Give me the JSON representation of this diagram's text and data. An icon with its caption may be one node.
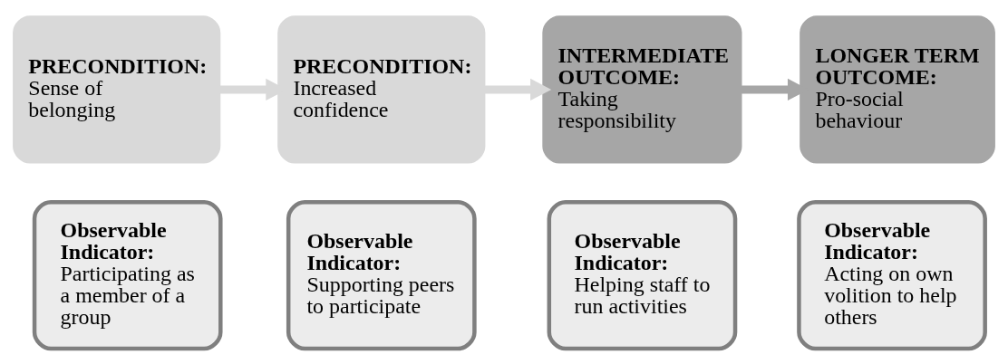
{
  "diagram": {
    "nodes": [
      {
        "text": [
          "PRECONDITION:",
          "Sense of belonging"
        ]
      },
      {
        "text": [
          "PRECONDITION:",
          "Increased confidence"
        ]
      },
      {
        "text": [
          "INTERMEDIATE OUTCOME:",
          "Taking responsibility"
        ]
      },
      {
        "text": [
          "LONGER TERM OUTCOME:",
          "Pro-social behaviour"
        ]
      },
      {
        "text": [
          "Observable Indicator:",
          "Participating as a member of a group"
        ]
      },
      {
        "text": [
          "Observable Indicator:",
          "Supporting peers to participate"
        ]
      },
      {
        "text": [
          "Observable Indicator:",
          "Helping staff to run activities"
        ]
      },
      {
        "text": [
          "Observable Indicator:",
          "Acting on own volition to help others"
        ]
      }
    ],
    "edges": [
      {
        "from": 0,
        "to": 1,
        "arrow": "to"
      },
      {
        "from": 1,
        "to": 2,
        "arrow": "to"
      },
      {
        "from": 2,
        "to": 3,
        "arrow": "to",
        "color": "#a6a6a6"
      }
    ]
  }
}
